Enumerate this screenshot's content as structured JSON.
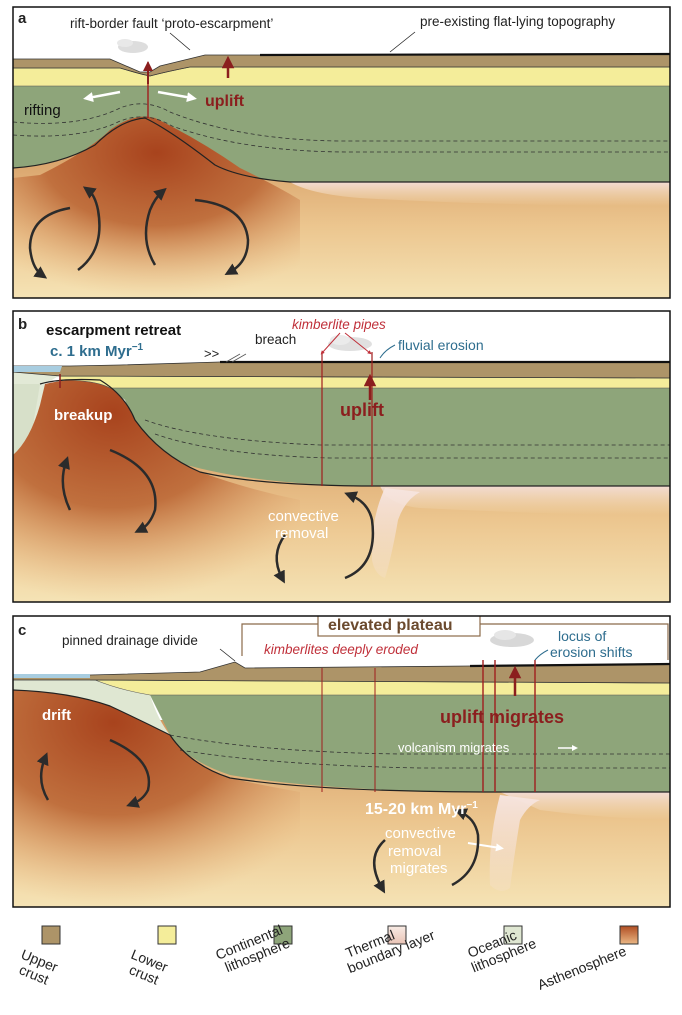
{
  "panels": [
    {
      "letter": "a",
      "labels": {
        "fault": "rift-border fault ‘proto-escarpment’",
        "topography": "pre-existing flat-lying topography",
        "rifting": "rifting",
        "uplift": "uplift"
      }
    },
    {
      "letter": "b",
      "labels": {
        "escarpment_retreat": "escarpment retreat",
        "rate": "c. 1 km Myr",
        "rate_sup": "−1",
        "breach": "breach",
        "kimberlite_pipes": "kimberlite pipes",
        "fluvial_erosion": "fluvial erosion",
        "uplift": "uplift",
        "breakup": "breakup",
        "convective_1": "convective",
        "convective_2": "removal"
      }
    },
    {
      "letter": "c",
      "labels": {
        "elevated_plateau": "elevated plateau",
        "pinned_divide": "pinned drainage divide",
        "kimberlites_eroded": "kimberlites deeply eroded",
        "locus_1": "locus of",
        "locus_2": "erosion shifts",
        "uplift_migrates": "uplift migrates",
        "volcanism_migrates": "volcanism migrates",
        "drift": "drift",
        "rate": "15-20 km Myr",
        "rate_sup": "−1",
        "convective_1": "convective",
        "convective_2": "removal",
        "convective_3": "migrates"
      }
    }
  ],
  "legend": [
    {
      "line1": "Upper",
      "line2": "crust",
      "color": "#ad9468"
    },
    {
      "line1": "Lower",
      "line2": "crust",
      "color": "#f4ed9a"
    },
    {
      "line1": "Continental",
      "line2": "lithosphere",
      "color": "#8ea57a"
    },
    {
      "line1": "Thermal",
      "line2": "boundary layer",
      "color": "#f2d8cc"
    },
    {
      "line1": "Oceanic",
      "line2": "lithosphere",
      "color": "#dfe7d2"
    },
    {
      "line1": "Asthenosphere",
      "line2": "",
      "color": "#b4582c"
    }
  ],
  "colors": {
    "upper_crust": "#ad9468",
    "lower_crust": "#f4ed9a",
    "lithosphere": "#8ea57a",
    "asthenosphere_deep": "#b4582c",
    "asthenosphere_pale": "#f2d6a0",
    "uplift_red": "#8b1e1e",
    "blue": "#2e6d8e",
    "kimberlite_red": "#c0303a"
  }
}
